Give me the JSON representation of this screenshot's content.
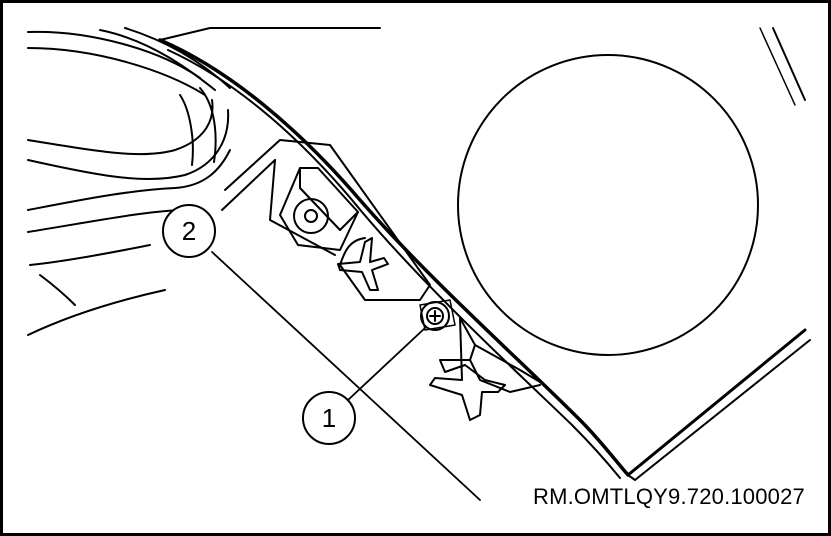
{
  "figure": {
    "reference_code": "RM.OMTLQY9.720.100027",
    "callouts": [
      {
        "number": "1",
        "target": "screw"
      },
      {
        "number": "2",
        "target": "panel-bracket"
      }
    ],
    "colors": {
      "line": "#000000",
      "background": "#ffffff"
    }
  }
}
